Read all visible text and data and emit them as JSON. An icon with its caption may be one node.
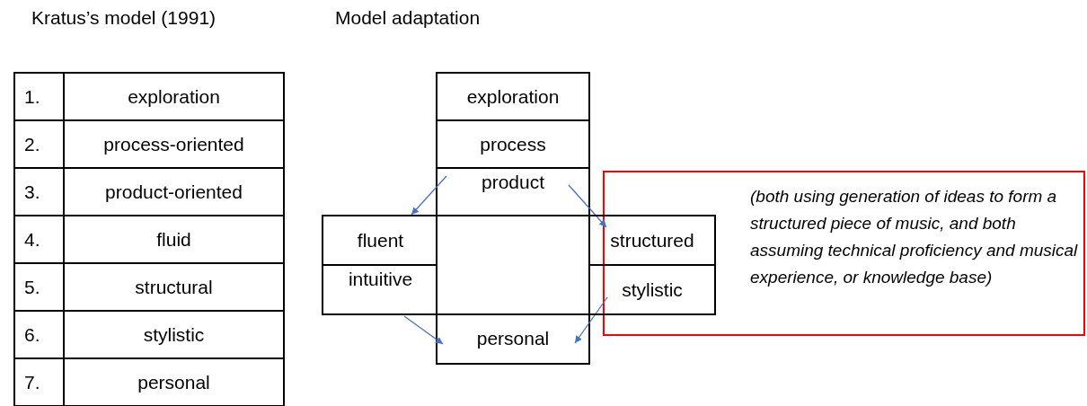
{
  "diagram": {
    "nodes": [
      {
        "text": [
          "exploration"
        ]
      },
      {
        "text": [
          "process"
        ]
      },
      {
        "text": [
          "product"
        ]
      },
      {
        "text": [
          "fluent"
        ]
      },
      {
        "text": [],
        "shape": "box"
      },
      {
        "text": [
          "structured"
        ]
      },
      {
        "text": [
          "(both using generation of ideas to form a structured piece of music, and both assuming technical proficiency and musical experience, or knowledge base)"
        ]
      },
      {
        "text": [
          "intuitive"
        ]
      },
      {
        "text": [
          "stylistic"
        ]
      },
      {
        "text": [
          "personal"
        ]
      }
    ],
    "edges": [
      {
        "from": 2,
        "to": 3,
        "arrow": "to"
      },
      {
        "from": 2,
        "to": 5,
        "arrow": "to"
      },
      {
        "from": 7,
        "to": 9,
        "arrow": "to"
      },
      {
        "from": 8,
        "to": 9,
        "arrow": "to"
      }
    ],
    "labels": [
      "Kratus’s model (1991)",
      "Model adaptation",
      "1.",
      "exploration",
      "2.",
      "process-oriented",
      "3.",
      "product-oriented",
      "4.",
      "fluid",
      "5.",
      "structural",
      "6.",
      "stylistic",
      "7.",
      "personal"
    ]
  }
}
